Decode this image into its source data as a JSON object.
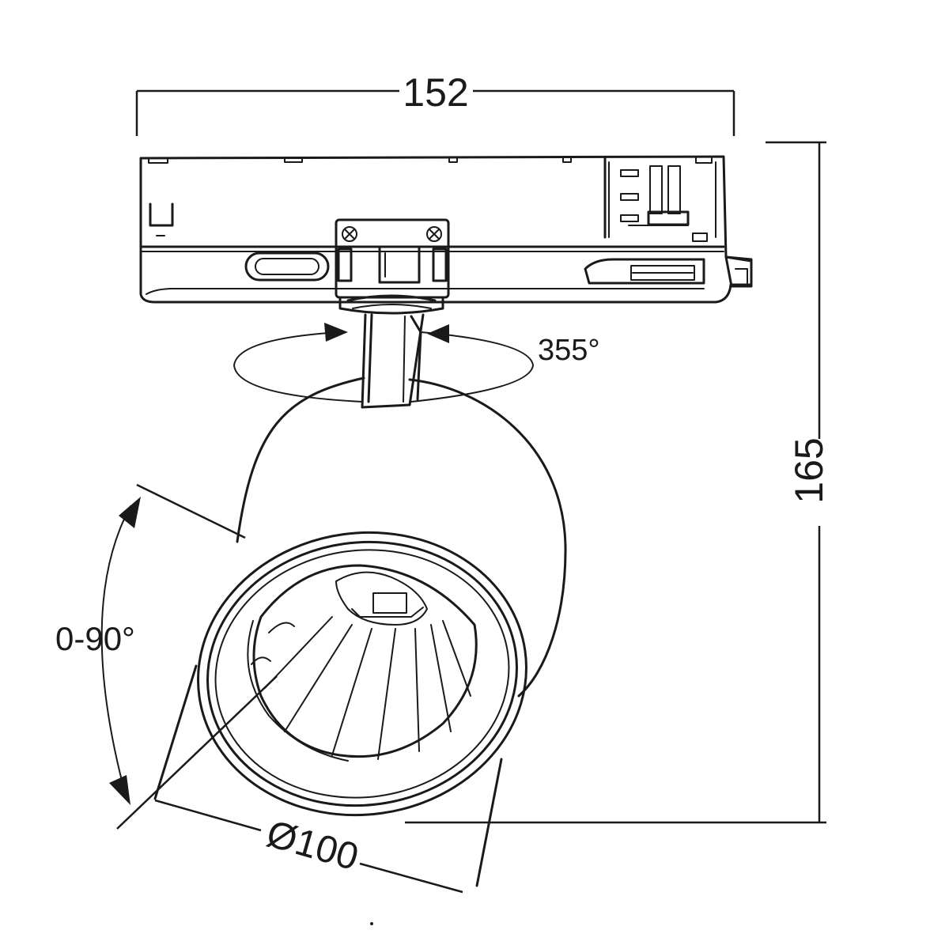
{
  "dimensions": {
    "width": "152",
    "height": "165",
    "diameter": "Ø100",
    "rotation": "355°",
    "tilt": "0-90°"
  },
  "colors": {
    "ink": "#1a1a1a",
    "background": "#ffffff"
  }
}
